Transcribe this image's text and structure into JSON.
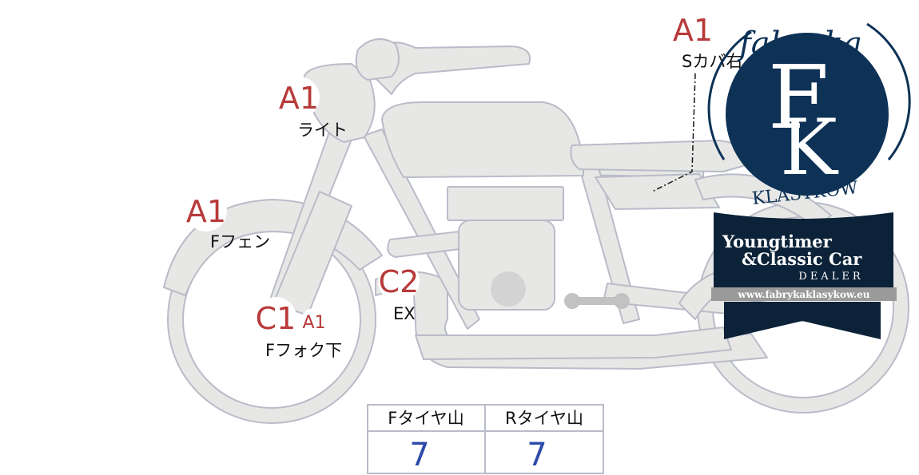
{
  "colors": {
    "bike_fill": "#e7e7e6",
    "bike_stroke": "#b9bcc8",
    "grade_text": "#b83a3a",
    "tread_value": "#2d4aa8",
    "logo_navy": "#0d3256",
    "badge_navy": "#0b2238"
  },
  "inspection_marks": [
    {
      "grade": "A1",
      "part": "Sカバ右"
    },
    {
      "grade": "A1",
      "part": "ライト"
    },
    {
      "grade": "A1",
      "part": "Fフェン"
    },
    {
      "grade": "C2",
      "part": "EX"
    },
    {
      "grade": "C1",
      "sub_grade": "A1",
      "part": "Fフォク下"
    }
  ],
  "tire_tread": {
    "columns": [
      {
        "label": "Fタイヤ山",
        "value": "7"
      },
      {
        "label": "Rタイヤ山",
        "value": "7"
      }
    ]
  },
  "watermark": {
    "brand_word": "fabryka",
    "monogram_top": "F",
    "monogram_bottom": "K",
    "brand_sub": "KLASYKÓW",
    "badge_line1": "Youngtimer",
    "badge_line2": "&Classic Car",
    "badge_line3": "DEALER",
    "badge_url": "www.fabrykaklasykow.eu"
  }
}
